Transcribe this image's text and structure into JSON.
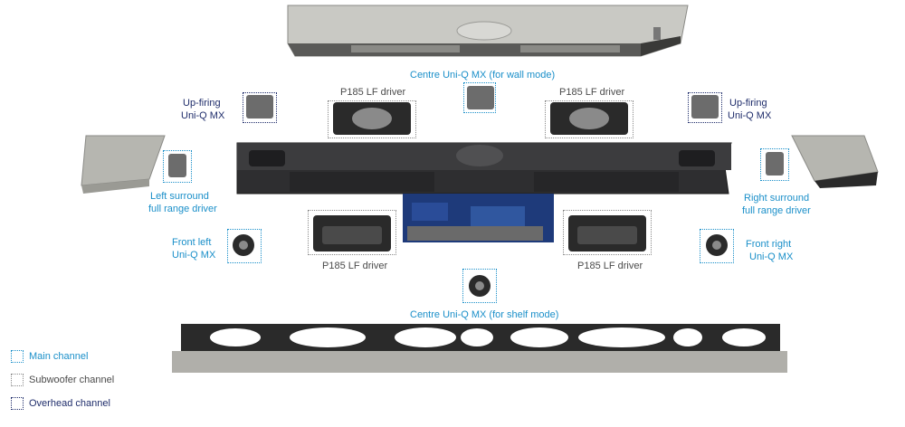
{
  "labels": {
    "centre_wall": "Centre Uni-Q MX (for wall mode)",
    "p185_top_left": "P185 LF driver",
    "p185_top_right": "P185 LF driver",
    "upfiring_left_1": "Up-firing",
    "upfiring_left_2": "Uni-Q MX",
    "upfiring_right_1": "Up-firing",
    "upfiring_right_2": "Uni-Q MX",
    "left_surround_1": "Left surround",
    "left_surround_2": "full range driver",
    "right_surround_1": "Right surround",
    "right_surround_2": "full range driver",
    "front_left_1": "Front left",
    "front_left_2": "Uni-Q MX",
    "front_right_1": "Front right",
    "front_right_2": "Uni-Q MX",
    "p185_bottom_left": "P185 LF driver",
    "p185_bottom_right": "P185 LF driver",
    "centre_shelf": "Centre Uni-Q MX (for shelf mode)"
  },
  "legend": {
    "main": "Main channel",
    "sub": "Subwoofer channel",
    "over": "Overhead channel"
  },
  "colors": {
    "main": "#1a8fc9",
    "sub": "#8a8a8a",
    "over": "#1f2d6b"
  }
}
